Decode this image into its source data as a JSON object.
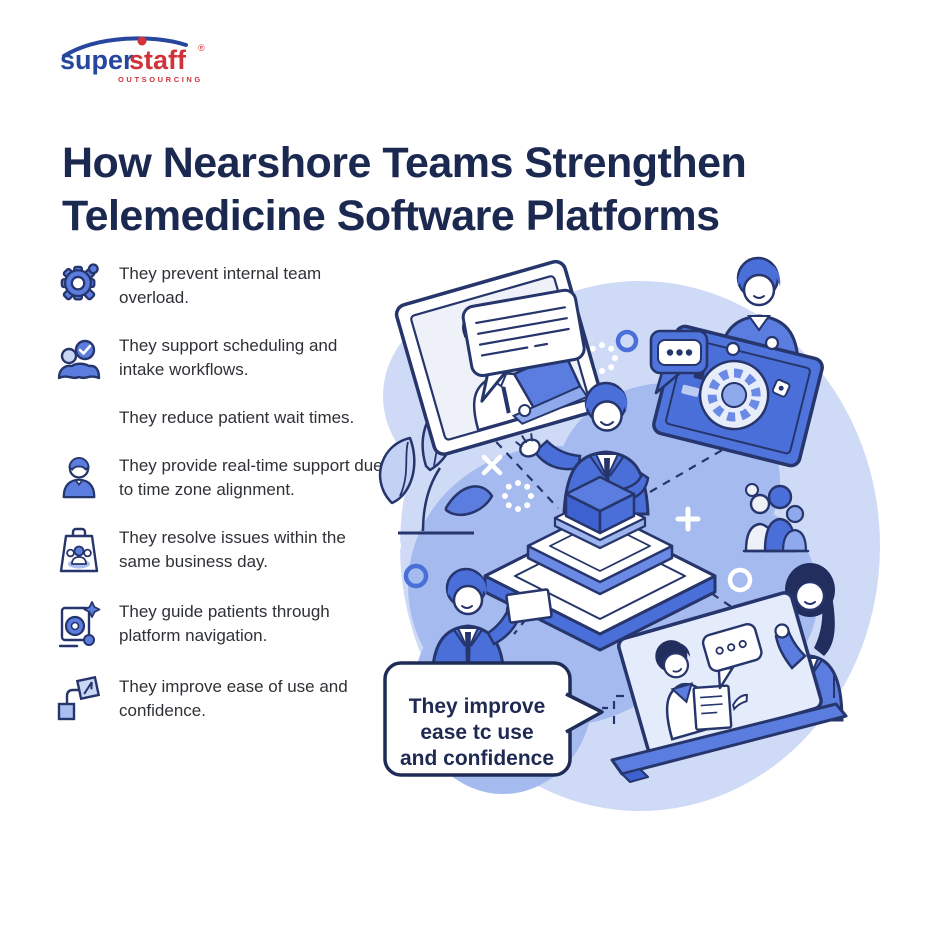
{
  "logo": {
    "brand_part1": "super",
    "brand_part2": "staff",
    "registered_mark": "®",
    "subtitle": "OUTSOURCING",
    "colors": {
      "blue": "#27479f",
      "red": "#cf3339"
    }
  },
  "headline": "How Nearshore Teams Strengthen Telemedicine Software Platforms",
  "benefits": [
    {
      "icon": "gear-icon",
      "text": "They prevent internal team overload."
    },
    {
      "icon": "scheduling-icon",
      "text": "They support scheduling and intake workflows."
    },
    {
      "icon": "none",
      "text": "They reduce patient wait times."
    },
    {
      "icon": "person-icon",
      "text": "They provide real-time support due to time zone alignment."
    },
    {
      "icon": "bag-people-icon",
      "text": "They resolve issues within the same business day."
    },
    {
      "icon": "navigation-icon",
      "text": "They guide patients through platform navigation."
    },
    {
      "icon": "shapes-icon",
      "text": "They improve ease of use and confidence."
    }
  ],
  "illustration": {
    "speech_bubble_lines": [
      "They improve",
      "ease tc use",
      "and confidence"
    ],
    "scene_elements": [
      "video-call-monitor-man",
      "message-bubble-lines",
      "tablet-donut-chart-man",
      "chat-bubble-three-dots",
      "center-presenter-on-platform",
      "isometric-platform",
      "plant",
      "patient-group",
      "man-holding-card",
      "laptop-video-chat-man-woman"
    ],
    "colors": {
      "outline_navy": "#26356b",
      "mid_blue": "#4a6fd8",
      "bright_blue": "#5b7de0",
      "blob_light": "#cfdbf6",
      "blob_periwinkle": "#a5baef",
      "screen_light": "#e8edfb"
    }
  }
}
